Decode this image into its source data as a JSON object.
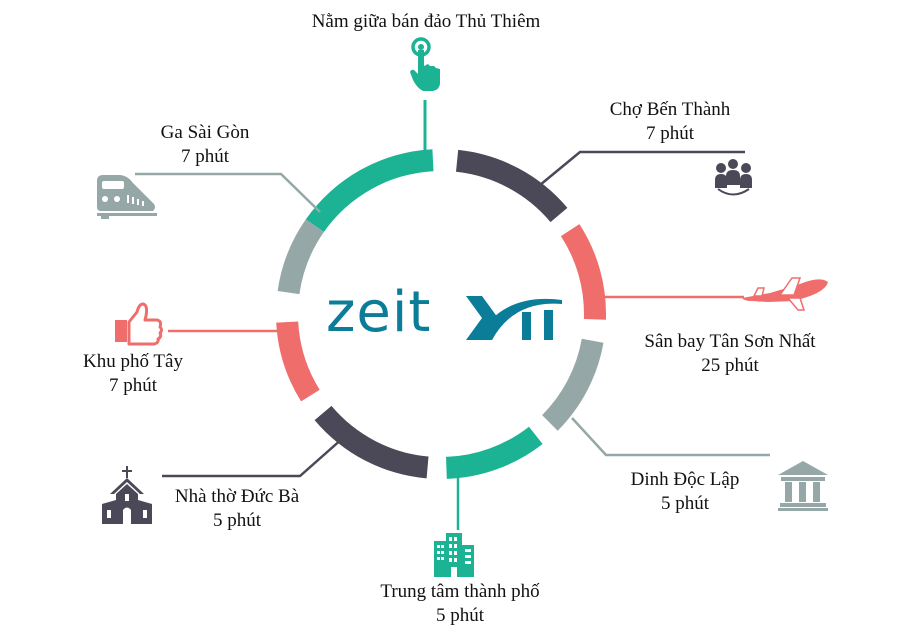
{
  "colors": {
    "teal": "#1cb394",
    "dark": "#4b4858",
    "coral": "#ef6e6c",
    "gray": "#95a8a7",
    "logo": "#0b7d99",
    "text": "#111111"
  },
  "logo": {
    "text_main": "zeit",
    "text_mark": "XII"
  },
  "destinations": [
    {
      "id": "thu-thiem",
      "name": "Nằm giữa bán đảo Thủ Thiêm",
      "time": "",
      "icon": "tap-hand-icon",
      "color": "teal"
    },
    {
      "id": "cho-ben-thanh",
      "name": "Chợ Bến Thành",
      "time": "7 phút",
      "icon": "people-group-icon",
      "color": "dark"
    },
    {
      "id": "san-bay",
      "name": "Sân bay Tân Sơn Nhất",
      "time": "25 phút",
      "icon": "airplane-icon",
      "color": "coral"
    },
    {
      "id": "dinh-doc-lap",
      "name": "Dinh Độc Lập",
      "time": "5 phút",
      "icon": "government-building-icon",
      "color": "gray"
    },
    {
      "id": "trung-tam",
      "name": "Trung tâm thành phố",
      "time": "5 phút",
      "icon": "city-buildings-icon",
      "color": "teal"
    },
    {
      "id": "nha-tho",
      "name": "Nhà thờ Đức Bà",
      "time": "5 phút",
      "icon": "church-icon",
      "color": "dark"
    },
    {
      "id": "khu-pho-tay",
      "name": "Khu phố Tây",
      "time": "7 phút",
      "icon": "thumbs-up-icon",
      "color": "coral"
    },
    {
      "id": "ga-sai-gon",
      "name": "Ga Sài Gòn",
      "time": "7 phút",
      "icon": "train-icon",
      "color": "gray"
    }
  ]
}
